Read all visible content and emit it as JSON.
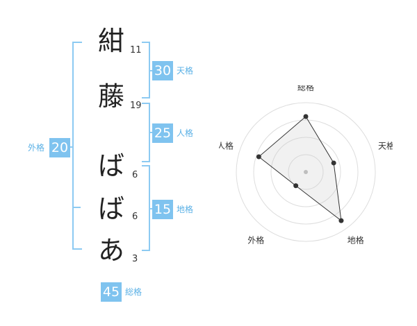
{
  "name": [
    {
      "char": "紺",
      "strokes": "11"
    },
    {
      "char": "藤",
      "strokes": "19"
    },
    {
      "char": "ば",
      "strokes": "6"
    },
    {
      "char": "ば",
      "strokes": "6"
    },
    {
      "char": "あ",
      "strokes": "3"
    }
  ],
  "kaku": {
    "tenkaku": {
      "value": "30",
      "label": "天格"
    },
    "jinkaku": {
      "value": "25",
      "label": "人格"
    },
    "chikaku": {
      "value": "15",
      "label": "地格"
    },
    "gaikaku": {
      "value": "20",
      "label": "外格"
    },
    "soukaku": {
      "value": "45",
      "label": "総格"
    }
  },
  "colors": {
    "accent": "#7fc3ef",
    "bracket": "#8ccaf2",
    "label": "#5bb1e6"
  },
  "chart_data": {
    "type": "radar",
    "axes": [
      "総格",
      "天格",
      "地格",
      "外格",
      "人格"
    ],
    "levels": 4,
    "values": [
      3.6,
      1.9,
      3.9,
      1.1,
      3.2
    ],
    "max": 4.5
  }
}
